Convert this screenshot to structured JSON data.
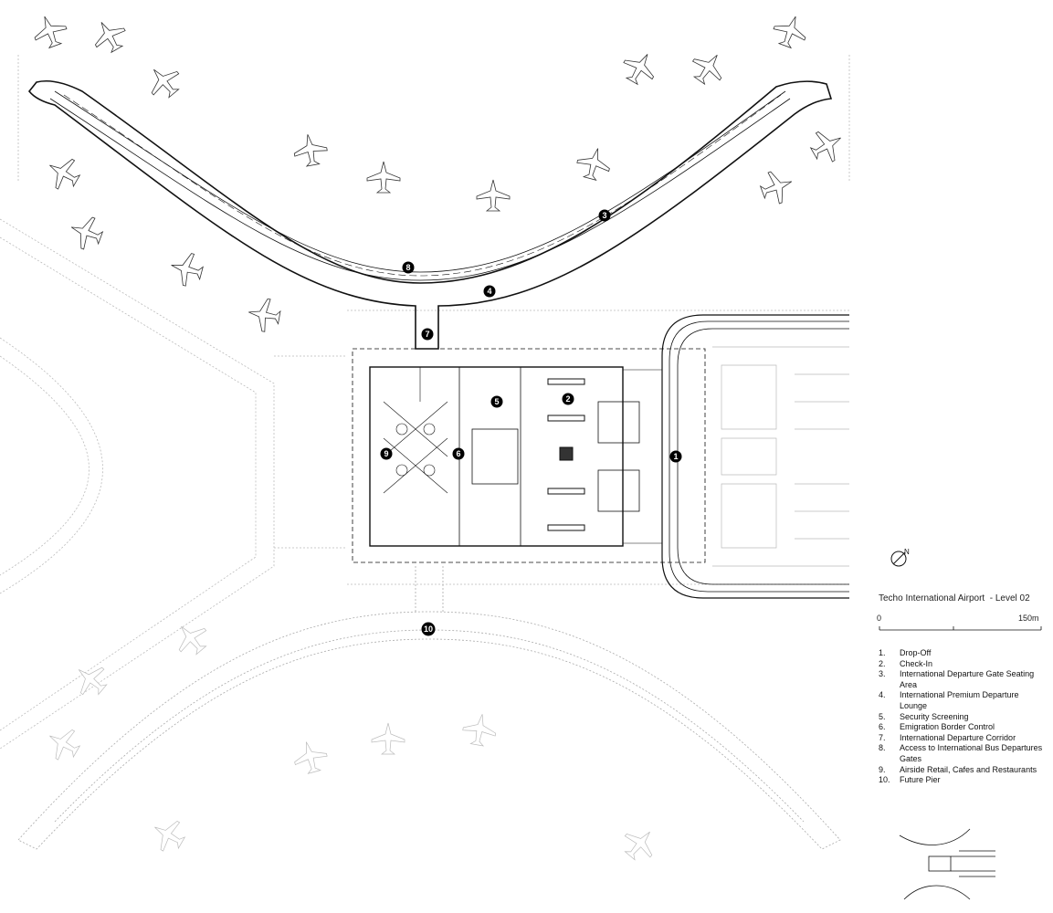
{
  "title": "Techo International Airport  - Level 02",
  "scale": {
    "start": "0",
    "end": "150m"
  },
  "compass": {
    "label": "N"
  },
  "legend": [
    {
      "num": "1.",
      "text": "Drop-Off"
    },
    {
      "num": "2.",
      "text": "Check-In"
    },
    {
      "num": "3.",
      "text": "International Departure Gate Seating Area"
    },
    {
      "num": "4.",
      "text": "International Premium Departure Lounge"
    },
    {
      "num": "5.",
      "text": "Security Screening"
    },
    {
      "num": "6.",
      "text": "Emigration Border Control"
    },
    {
      "num": "7.",
      "text": "International Departure Corridor"
    },
    {
      "num": "8.",
      "text": "Access to International Bus Departures Gates"
    },
    {
      "num": "9.",
      "text": "Airside Retail, Cafes and Restaurants"
    },
    {
      "num": "10.",
      "text": "Future Pier"
    }
  ],
  "markers": [
    {
      "label": "1"
    },
    {
      "label": "2"
    },
    {
      "label": "3"
    },
    {
      "label": "4"
    },
    {
      "label": "5"
    },
    {
      "label": "6"
    },
    {
      "label": "7"
    },
    {
      "label": "8"
    },
    {
      "label": "9"
    },
    {
      "label": "10"
    }
  ]
}
